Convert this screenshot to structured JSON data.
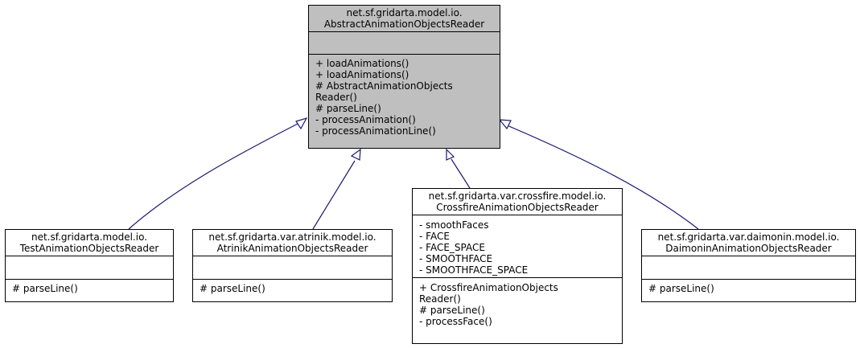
{
  "classes": {
    "base": {
      "title": [
        "net.sf.gridarta.model.io.",
        "AbstractAnimationObjectsReader"
      ],
      "attributes": [],
      "methods": [
        "+ loadAnimations()",
        "+ loadAnimations()",
        "# AbstractAnimationObjects",
        "Reader()",
        "# parseLine()",
        "- processAnimation()",
        "- processAnimationLine()"
      ]
    },
    "test": {
      "title": [
        "net.sf.gridarta.model.io.",
        "TestAnimationObjectsReader"
      ],
      "attributes": [],
      "methods": [
        "# parseLine()"
      ]
    },
    "atrinik": {
      "title": [
        "net.sf.gridarta.var.atrinik.model.io.",
        "AtrinikAnimationObjectsReader"
      ],
      "attributes": [],
      "methods": [
        "# parseLine()"
      ]
    },
    "crossfire": {
      "title": [
        "net.sf.gridarta.var.crossfire.model.io.",
        "CrossfireAnimationObjectsReader"
      ],
      "attributes": [
        "- smoothFaces",
        "- FACE",
        "- FACE_SPACE",
        "- SMOOTHFACE",
        "- SMOOTHFACE_SPACE"
      ],
      "methods": [
        "+ CrossfireAnimationObjects",
        "Reader()",
        "# parseLine()",
        "- processFace()"
      ]
    },
    "daimonin": {
      "title": [
        "net.sf.gridarta.var.daimonin.model.io.",
        "DaimoninAnimationObjectsReader"
      ],
      "attributes": [],
      "methods": [
        "# parseLine()"
      ]
    }
  },
  "colors": {
    "edge": "#191970",
    "base_fill": "#bfbfbf",
    "node_fill": "#ffffff"
  }
}
